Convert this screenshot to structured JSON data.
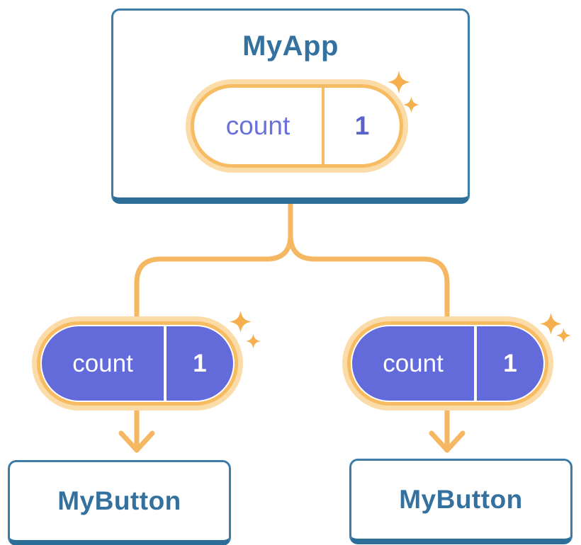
{
  "colors": {
    "background": "#ffffff",
    "card-bg": "#ffffff",
    "card-border": "#3D7CA6",
    "card-shadow": "#2D6E98",
    "title-text": "#35719F",
    "line": "#F6B763",
    "ring": "#F7BC62",
    "halo": "#FBDCA8",
    "sparkle": "#F5AF4F",
    "purple": "#636AD9",
    "pill-label-text": "#6A70DC",
    "pill-value-text": "#5A61C8",
    "pill-dark-text": "#ffffff"
  },
  "root": {
    "title": "MyApp",
    "state": {
      "label": "count",
      "value": "1"
    }
  },
  "children": [
    {
      "title": "MyButton",
      "prop": {
        "label": "count",
        "value": "1"
      }
    },
    {
      "title": "MyButton",
      "prop": {
        "label": "count",
        "value": "1"
      }
    }
  ]
}
